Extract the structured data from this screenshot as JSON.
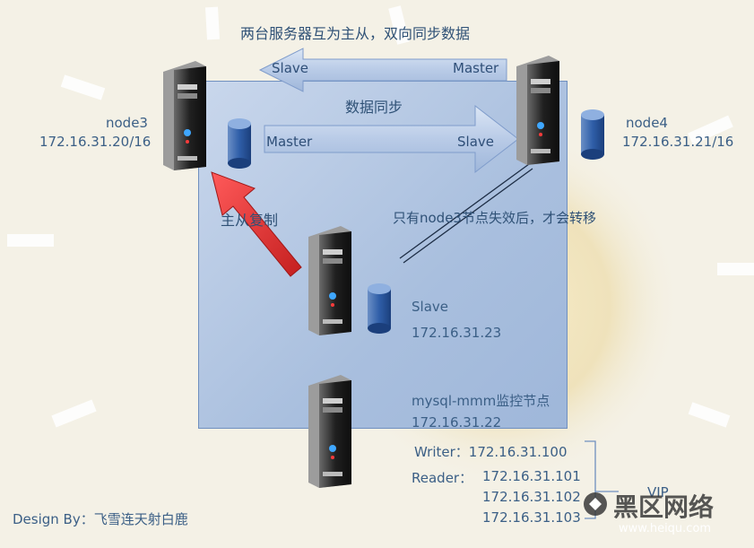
{
  "diagram": {
    "title": "两台服务器互为主从，双向同步数据",
    "sync_label": "数据同步",
    "replication_label": "主从复制",
    "failover_note": "只有node3节点失效后，才会转移",
    "top_arrow": {
      "left_label": "Slave",
      "right_label": "Master"
    },
    "bottom_arrow": {
      "left_label": "Master",
      "right_label": "Slave"
    },
    "nodes": {
      "node3": {
        "name": "node3",
        "ip": "172.16.31.20/16"
      },
      "node4": {
        "name": "node4",
        "ip": "172.16.31.21/16"
      },
      "slave": {
        "name": "Slave",
        "ip": "172.16.31.23"
      },
      "monitor": {
        "name": "mysql-mmm监控节点",
        "ip": "172.16.31.22"
      }
    },
    "vip": {
      "label": "VIP",
      "writer": "Writer：172.16.31.100",
      "reader_label": "Reader：",
      "readers": [
        "172.16.31.101",
        "172.16.31.102",
        "172.16.31.103"
      ]
    },
    "credit": "Design By：飞雪连天射白鹿",
    "watermark": {
      "text": "黑区网络",
      "url": "www.heiqu.com"
    }
  },
  "colors": {
    "text": "#3b5f86",
    "arrow": "#d93b3b",
    "panel": "#a9bfde"
  }
}
